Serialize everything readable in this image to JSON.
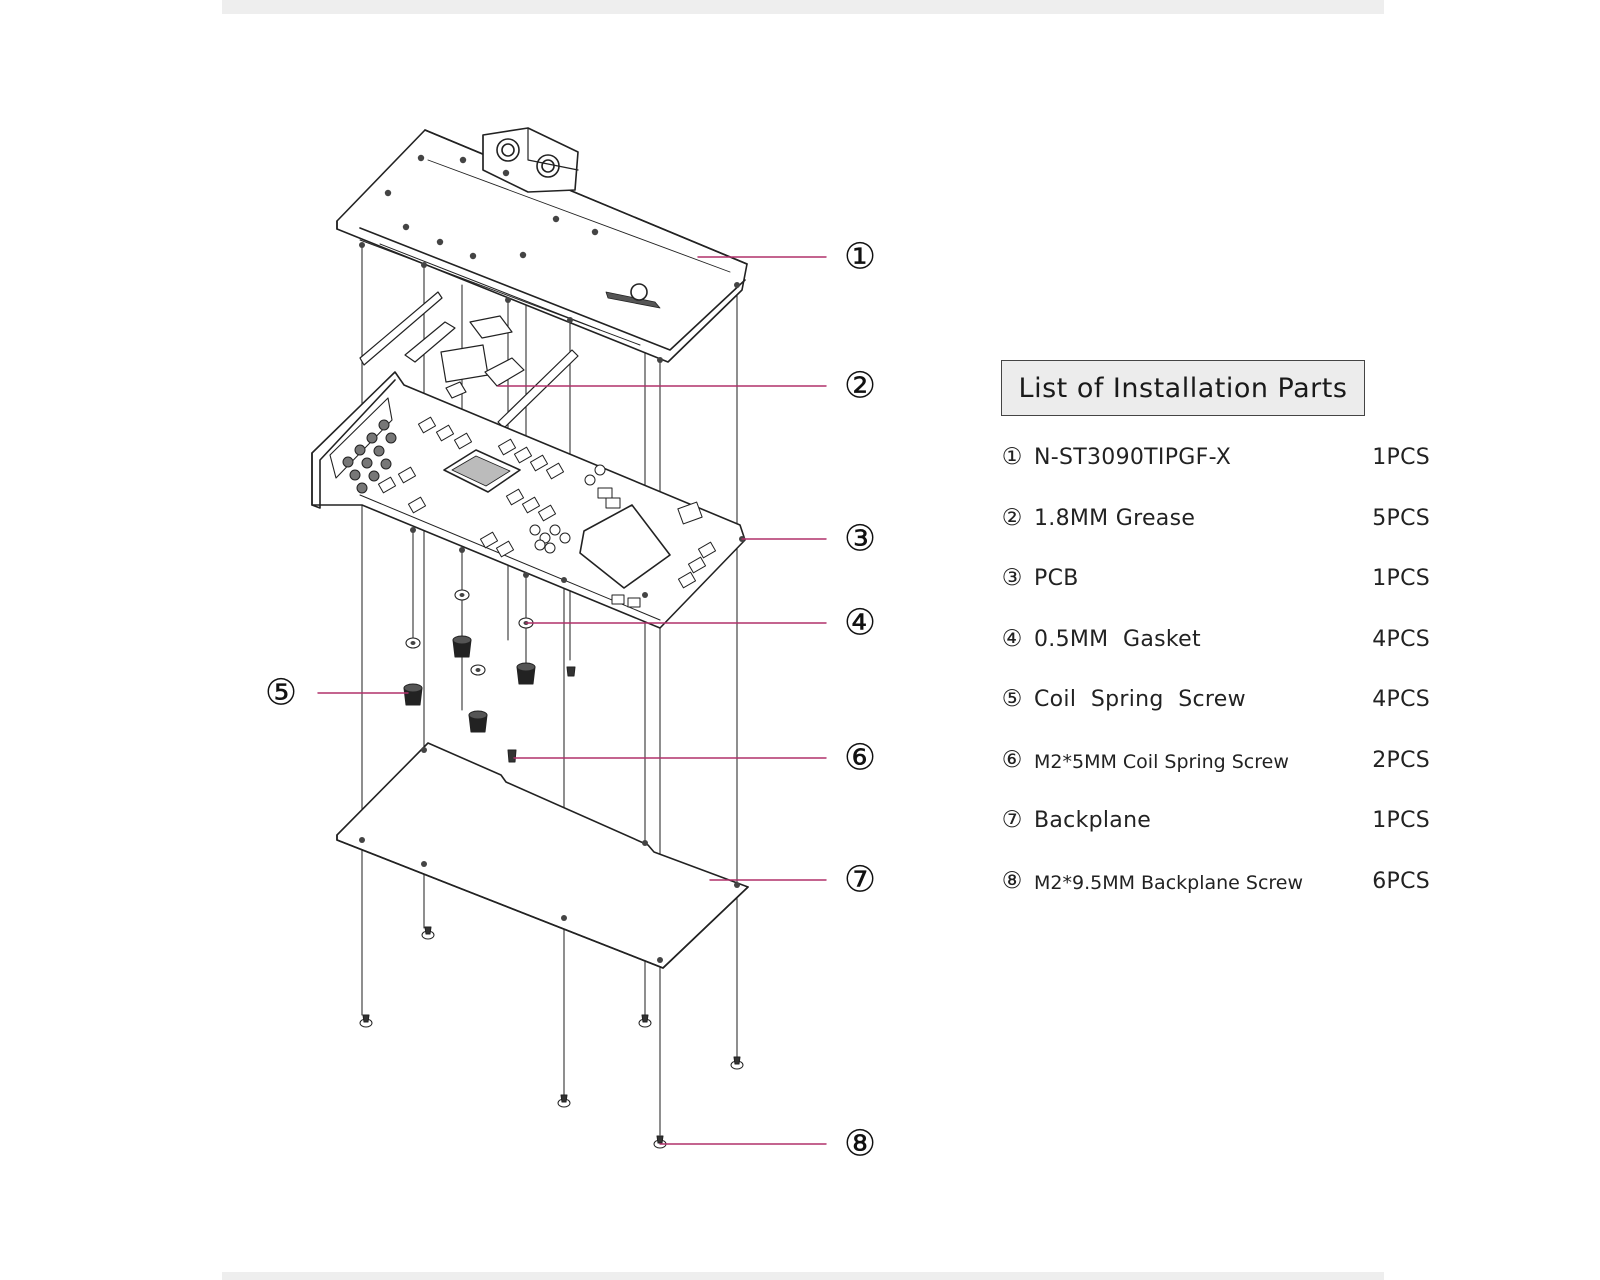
{
  "callouts": [
    "①",
    "②",
    "③",
    "④",
    "⑤",
    "⑥",
    "⑦",
    "⑧"
  ],
  "list_title": "List of Installation Parts",
  "parts": [
    {
      "mark": "①",
      "name": "N-ST3090TIPGF-X",
      "qty": "1PCS"
    },
    {
      "mark": "②",
      "name": "1.8MM Grease",
      "qty": "5PCS"
    },
    {
      "mark": "③",
      "name": "PCB",
      "qty": "1PCS"
    },
    {
      "mark": "④",
      "name": "0.5MM  Gasket",
      "qty": "4PCS"
    },
    {
      "mark": "⑤",
      "name": "Coil  Spring  Screw",
      "qty": "4PCS"
    },
    {
      "mark": "⑥",
      "name": "M2*5MM Coil Spring Screw",
      "qty": "2PCS"
    },
    {
      "mark": "⑦",
      "name": "Backplane",
      "qty": "1PCS"
    },
    {
      "mark": "⑧",
      "name": "M2*9.5MM Backplane Screw",
      "qty": "6PCS"
    }
  ],
  "colors": {
    "leader_line": "#b0306a",
    "line_art": "#222222",
    "title_box_bg": "#ececec"
  }
}
